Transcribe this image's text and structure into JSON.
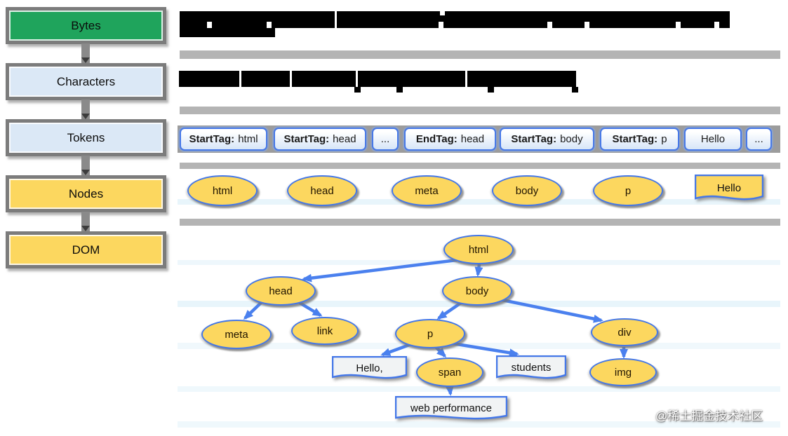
{
  "pipeline": {
    "stages": [
      {
        "label": "Bytes"
      },
      {
        "label": "Characters"
      },
      {
        "label": "Tokens"
      },
      {
        "label": "Nodes"
      },
      {
        "label": "DOM"
      }
    ]
  },
  "redacted": {
    "note": "heading and caption text are blacked out / illegible in the source image"
  },
  "tokens": {
    "items": [
      {
        "prefix": "StartTag:",
        "value": "html"
      },
      {
        "prefix": "StartTag:",
        "value": "head"
      },
      {
        "prefix": "",
        "value": "..."
      },
      {
        "prefix": "EndTag:",
        "value": "head"
      },
      {
        "prefix": "StartTag:",
        "value": "body"
      },
      {
        "prefix": "StartTag:",
        "value": "p"
      },
      {
        "prefix": "",
        "value": "Hello"
      },
      {
        "prefix": "",
        "value": "..."
      }
    ]
  },
  "nodes_row": {
    "items": [
      {
        "label": "html",
        "shape": "ellipse"
      },
      {
        "label": "head",
        "shape": "ellipse"
      },
      {
        "label": "meta",
        "shape": "ellipse"
      },
      {
        "label": "body",
        "shape": "ellipse"
      },
      {
        "label": "p",
        "shape": "ellipse"
      },
      {
        "label": "Hello",
        "shape": "document"
      }
    ]
  },
  "dom_tree": {
    "nodes": [
      {
        "id": "html",
        "label": "html",
        "shape": "ellipse"
      },
      {
        "id": "head",
        "label": "head",
        "shape": "ellipse"
      },
      {
        "id": "body",
        "label": "body",
        "shape": "ellipse"
      },
      {
        "id": "meta",
        "label": "meta",
        "shape": "ellipse"
      },
      {
        "id": "link",
        "label": "link",
        "shape": "ellipse"
      },
      {
        "id": "p",
        "label": "p",
        "shape": "ellipse"
      },
      {
        "id": "div",
        "label": "div",
        "shape": "ellipse"
      },
      {
        "id": "hello",
        "label": "Hello,",
        "shape": "document"
      },
      {
        "id": "span",
        "label": "span",
        "shape": "ellipse"
      },
      {
        "id": "students",
        "label": "students",
        "shape": "document"
      },
      {
        "id": "img",
        "label": "img",
        "shape": "ellipse"
      },
      {
        "id": "webperf",
        "label": "web performance",
        "shape": "document"
      }
    ],
    "edges": [
      [
        "html",
        "head"
      ],
      [
        "html",
        "body"
      ],
      [
        "head",
        "meta"
      ],
      [
        "head",
        "link"
      ],
      [
        "body",
        "p"
      ],
      [
        "body",
        "div"
      ],
      [
        "p",
        "hello"
      ],
      [
        "p",
        "span"
      ],
      [
        "p",
        "students"
      ],
      [
        "span",
        "webperf"
      ],
      [
        "div",
        "img"
      ]
    ]
  },
  "watermark": {
    "text": "@稀土掘金技术社区"
  },
  "colors": {
    "stage_bytes_green": "#1fa45c",
    "stage_chars_blue": "#dbe8f6",
    "stage_nodes_yellow": "#fcd75f",
    "box_border_gray": "#7c7c7c",
    "divider_gray": "#b4b4b4",
    "token_strip_gray": "#9c9c9c",
    "token_border_blue": "#4678e8",
    "node_border_blue": "#4477e8",
    "edge_blue": "#4a80ee",
    "node_fill_yellow": "#fcd75f",
    "doc_fill_light": "#f1f3f4",
    "redacted_black": "#000000"
  }
}
